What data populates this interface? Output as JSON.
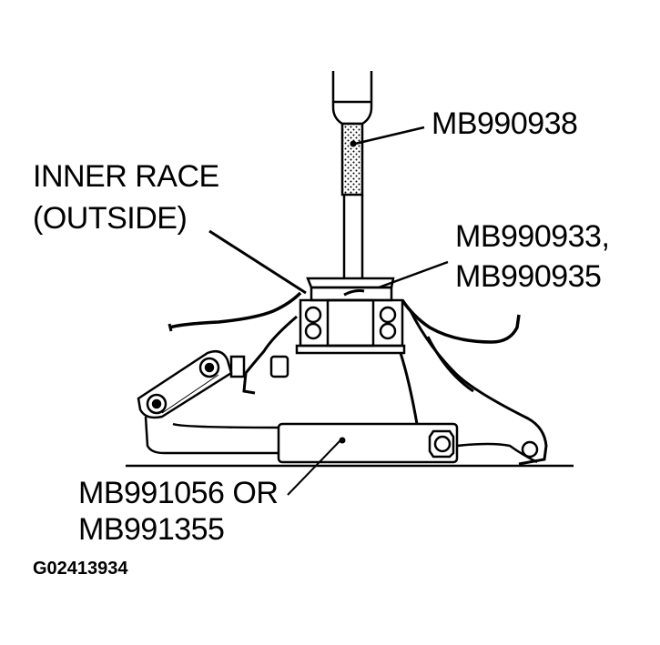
{
  "diagram": {
    "type": "technical-service-illustration",
    "subject": "Bearing press using special tools"
  },
  "labels": {
    "tool_shaft": "MB990938",
    "inner_race_line1": "INNER RACE",
    "inner_race_line2": "(OUTSIDE)",
    "tool_installer_line1": "MB990933,",
    "tool_installer_line2": "MB990935",
    "press_line1": "MB991056 OR",
    "press_line2": "MB991355"
  },
  "figure_id": "G02413934",
  "colors": {
    "ink": "#000000",
    "background": "#ffffff"
  }
}
